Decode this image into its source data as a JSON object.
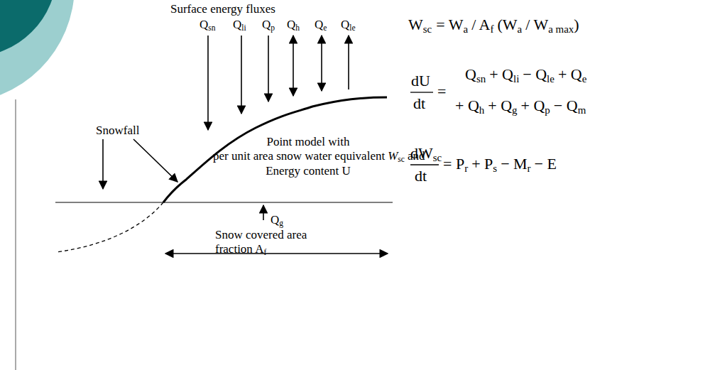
{
  "diagram": {
    "labels": [
      "Surface energy fluxes",
      "Q",
      "sn",
      "Q",
      "li",
      "Q",
      "p",
      "Q",
      "h",
      "Q",
      "e",
      "Q",
      "le",
      "Snowfall",
      "Point model with",
      "per unit area snow water equivalent",
      "W",
      "sc",
      "and",
      "Energy content U",
      "Q",
      "g",
      "Snow covered area",
      "fraction A",
      "f",
      "W",
      "sc",
      "= W",
      "a",
      "/ A",
      "f",
      "(W",
      "a",
      "/ W",
      "a max",
      ")",
      "dU",
      "dt",
      "=",
      "Q",
      "sn",
      "+ Q",
      "li",
      "− Q",
      "le",
      "+ Q",
      "e",
      "+ Q",
      "h",
      "+ Q",
      "g",
      "+ Q",
      "p",
      "− Q",
      "m",
      "dW",
      "sc",
      "dt",
      "= P",
      "r",
      "+ P",
      "s",
      "− M",
      "r",
      "− E"
    ]
  }
}
